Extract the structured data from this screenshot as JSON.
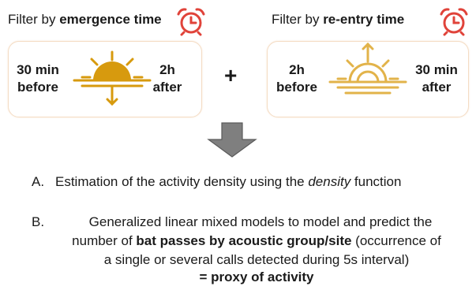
{
  "left": {
    "heading_prefix": "Filter by ",
    "heading_bold": "emergence time",
    "before_line1": "30 min",
    "before_line2": "before",
    "after_line1": "2h",
    "after_line2": "after",
    "sun_color": "#d79a0e",
    "clock_icon": "alarm-clock-icon",
    "sun_icon": "sunset-icon"
  },
  "right": {
    "heading_prefix": "Filter by ",
    "heading_bold": "re-entry time",
    "before_line1": "2h",
    "before_line2": "before",
    "after_line1": "30 min",
    "after_line2": "after",
    "sun_color": "#e2b34a",
    "clock_icon": "alarm-clock-icon",
    "sun_icon": "sunrise-icon"
  },
  "operator": "+",
  "arrow_icon": "down-arrow-icon",
  "colors": {
    "clock_red": "#e0433a",
    "arrow_gray": "#7f7f7f",
    "box_border": "#f4dcc4"
  },
  "steps": {
    "a_marker": "A.",
    "a_text_start": "Estimation of the activity density using the ",
    "a_text_italic": "density",
    "a_text_end": " function",
    "b_marker": "B.",
    "b_line1": "Generalized linear mixed models to model and predict the",
    "b_line2_start": "number of ",
    "b_line2_bold": "bat passes by acoustic group/site",
    "b_line2_end": " (occurrence of",
    "b_line3": "a single or several calls detected during 5s interval)",
    "b_line4": "= proxy of activity"
  }
}
